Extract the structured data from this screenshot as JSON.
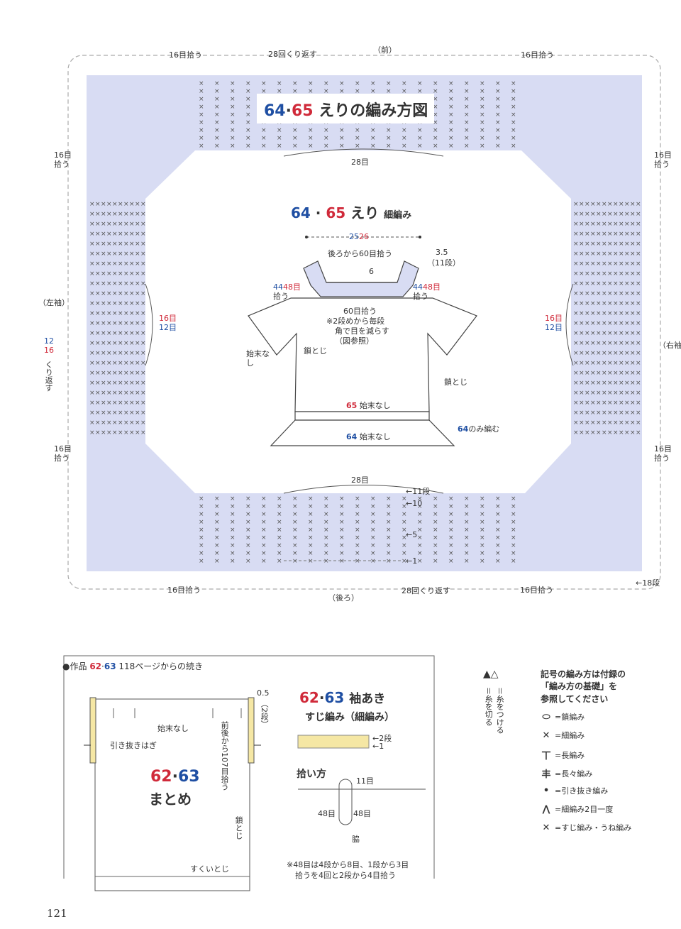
{
  "collar_chart": {
    "title_num_a": "64",
    "title_dot": "·",
    "title_num_b": "65",
    "title_text": "えりの編み方図",
    "front": "（前）",
    "back": "（後ろ）",
    "left_sleeve": "（左袖）",
    "right_sleeve": "（右袖）",
    "pick16_top_left": "16目拾う",
    "pick16_top_right": "16目拾う",
    "pick16_bot_left": "16目拾う",
    "pick16_bot_right": "16目拾う",
    "repeat28_top": "28回くり返す",
    "repeat28_bot": "28回くり返す",
    "st28_top": "28目",
    "st28_bot": "28目",
    "side_16a": "16目",
    "side_pick_a": "拾う",
    "side_16b": "16目",
    "side_pick_b": "拾う",
    "side_16c": "16目",
    "side_pick_c": "拾う",
    "side_16d": "16目",
    "side_pick_d": "拾う",
    "inner_16": "16目",
    "inner_12": "12目",
    "inner_16_r": "16目",
    "inner_12_r": "12目",
    "repeat_12": "12",
    "repeat_16": "16",
    "repeat_word": "くり返す",
    "row11": "←11段",
    "row10": "←10",
    "row5": "←5",
    "row1": "←1",
    "row18": "←18段"
  },
  "garment": {
    "title_a": "64",
    "title_b": "65",
    "title_text": "えり",
    "stitch": "細編み",
    "width_a": "25",
    "width_b": "26",
    "back_pick": "後ろから60目拾う",
    "h6": "6",
    "h35": "3.5",
    "rows11": "（11段）",
    "pick_l_a": "44",
    "pick_l_b": "48目",
    "pick_l": "拾う",
    "pick_r_a": "44",
    "pick_r_b": "48目",
    "pick_r": "拾う",
    "front60": "60目拾う",
    "note1": "※2段めから毎段",
    "note2": "角で目を減らす",
    "note3": "（図参照）",
    "chain_join_l": "鎖とじ",
    "chain_join_r": "鎖とじ",
    "no_finish": "始末なし",
    "label65_num": "65",
    "label65": "始末なし",
    "label64_num": "64",
    "label64": "始末なし",
    "only64_num": "64",
    "only64": "のみ編む"
  },
  "work6263": {
    "header_bullet": "●作品",
    "header_a": "62",
    "header_b": "63",
    "header_rest": "118ページからの続き",
    "slip_join": "引き抜きはぎ",
    "no_finish": "始末なし",
    "front_back_pick": "前後から107目拾う",
    "h05": "0.5",
    "rows2": "（2段）",
    "title_a": "62",
    "title_b": "63",
    "title_text": "まとめ",
    "chain_join": "鎖とじ",
    "sukui": "すくいとじ"
  },
  "sleeve": {
    "title_a": "62",
    "title_b": "63",
    "title_text": "袖あき",
    "stitch": "すじ編み（細編み）",
    "row2": "←2段",
    "row1": "←1",
    "pick_title": "拾い方",
    "st11": "11目",
    "st48l": "48目",
    "st48r": "48目",
    "armpit": "脇",
    "note1": "※48目は4段から8目、1段から3目",
    "note2": "拾うを4回と2段から4目拾う"
  },
  "thread": {
    "attach": "＝糸をつける",
    "cut": "＝糸を切る"
  },
  "legend": {
    "intro1": "記号の編み方は付録の",
    "intro2": "「編み方の基礎」を",
    "intro3": "参照してください",
    "items": [
      {
        "sym": "⬭",
        "label": "=鎖編み"
      },
      {
        "sym": "✕",
        "label": "=細編み"
      },
      {
        "sym": "丅",
        "label": "=長編み"
      },
      {
        "sym": "丰",
        "label": "=長々編み"
      },
      {
        "sym": "•",
        "label": "=引き抜き編み"
      },
      {
        "sym": "⋀",
        "label": "=細編み2目一度"
      },
      {
        "sym": "✕",
        "label": "=すじ編み・うね編み"
      }
    ]
  },
  "page_number": "121",
  "colors": {
    "band": "#d8dcf3",
    "blue": "#1f4fa3",
    "red": "#d02a3a"
  }
}
